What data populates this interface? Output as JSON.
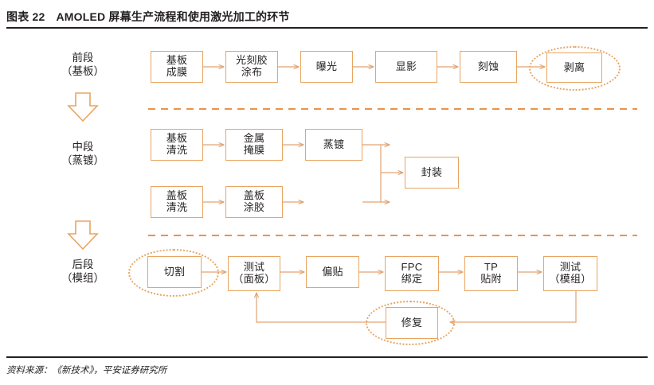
{
  "header": {
    "exhibit_number": "图表 22",
    "title": "AMOLED 屏幕生产流程和使用激光加工的环节"
  },
  "footer": {
    "source": "资料来源：《新技术》，平安证券研究所"
  },
  "colors": {
    "box_border": "#e8a561",
    "connector": "#e0a473",
    "rule": "#231f20",
    "text": "#231f20",
    "halo": "#e8a561"
  },
  "stages": [
    {
      "name": "前段",
      "sub": "（基板）"
    },
    {
      "name": "中段",
      "sub": "（蒸镀）"
    },
    {
      "name": "后段",
      "sub": "（模组）"
    }
  ],
  "arrows_between_stages": [
    {
      "name": "stage-arrow-front-to-mid",
      "direction": "down"
    },
    {
      "name": "stage-arrow-mid-to-back",
      "direction": "down"
    }
  ],
  "front_row": [
    {
      "id": "front-1",
      "lines": [
        "基板",
        "成膜"
      ],
      "highlight": false
    },
    {
      "id": "front-2",
      "lines": [
        "光刻胶",
        "涂布"
      ],
      "highlight": false
    },
    {
      "id": "front-3",
      "lines": [
        "曝光"
      ],
      "highlight": false
    },
    {
      "id": "front-4",
      "lines": [
        "显影"
      ],
      "highlight": false
    },
    {
      "id": "front-5",
      "lines": [
        "刻蚀"
      ],
      "highlight": false
    },
    {
      "id": "front-6",
      "lines": [
        "剥离"
      ],
      "highlight": true
    }
  ],
  "mid_row_top": [
    {
      "id": "mid-1",
      "lines": [
        "基板",
        "清洗"
      ],
      "highlight": false
    },
    {
      "id": "mid-2",
      "lines": [
        "金属",
        "掩膜"
      ],
      "highlight": false
    },
    {
      "id": "mid-3",
      "lines": [
        "蒸镀"
      ],
      "highlight": false
    }
  ],
  "mid_row_bottom": [
    {
      "id": "mid-4",
      "lines": [
        "盖板",
        "清洗"
      ],
      "highlight": false
    },
    {
      "id": "mid-5",
      "lines": [
        "盖板",
        "涂胶"
      ],
      "highlight": false
    }
  ],
  "mid_merge": {
    "id": "mid-6",
    "lines": [
      "封装"
    ],
    "highlight": false
  },
  "back_row": [
    {
      "id": "back-1",
      "lines": [
        "切割"
      ],
      "highlight": true
    },
    {
      "id": "back-2",
      "lines": [
        "测试",
        "（面板）"
      ],
      "highlight": false
    },
    {
      "id": "back-3",
      "lines": [
        "偏贴"
      ],
      "highlight": false
    },
    {
      "id": "back-4",
      "lines": [
        "FPC",
        "绑定"
      ],
      "highlight": false
    },
    {
      "id": "back-5",
      "lines": [
        "TP",
        "贴附"
      ],
      "highlight": false
    },
    {
      "id": "back-6",
      "lines": [
        "测试",
        "（模组）"
      ],
      "highlight": false
    }
  ],
  "repair": {
    "id": "repair",
    "lines": [
      "修复"
    ],
    "highlight": true
  },
  "dividers": [
    {
      "name": "divider-front-mid"
    },
    {
      "name": "divider-mid-back"
    }
  ]
}
